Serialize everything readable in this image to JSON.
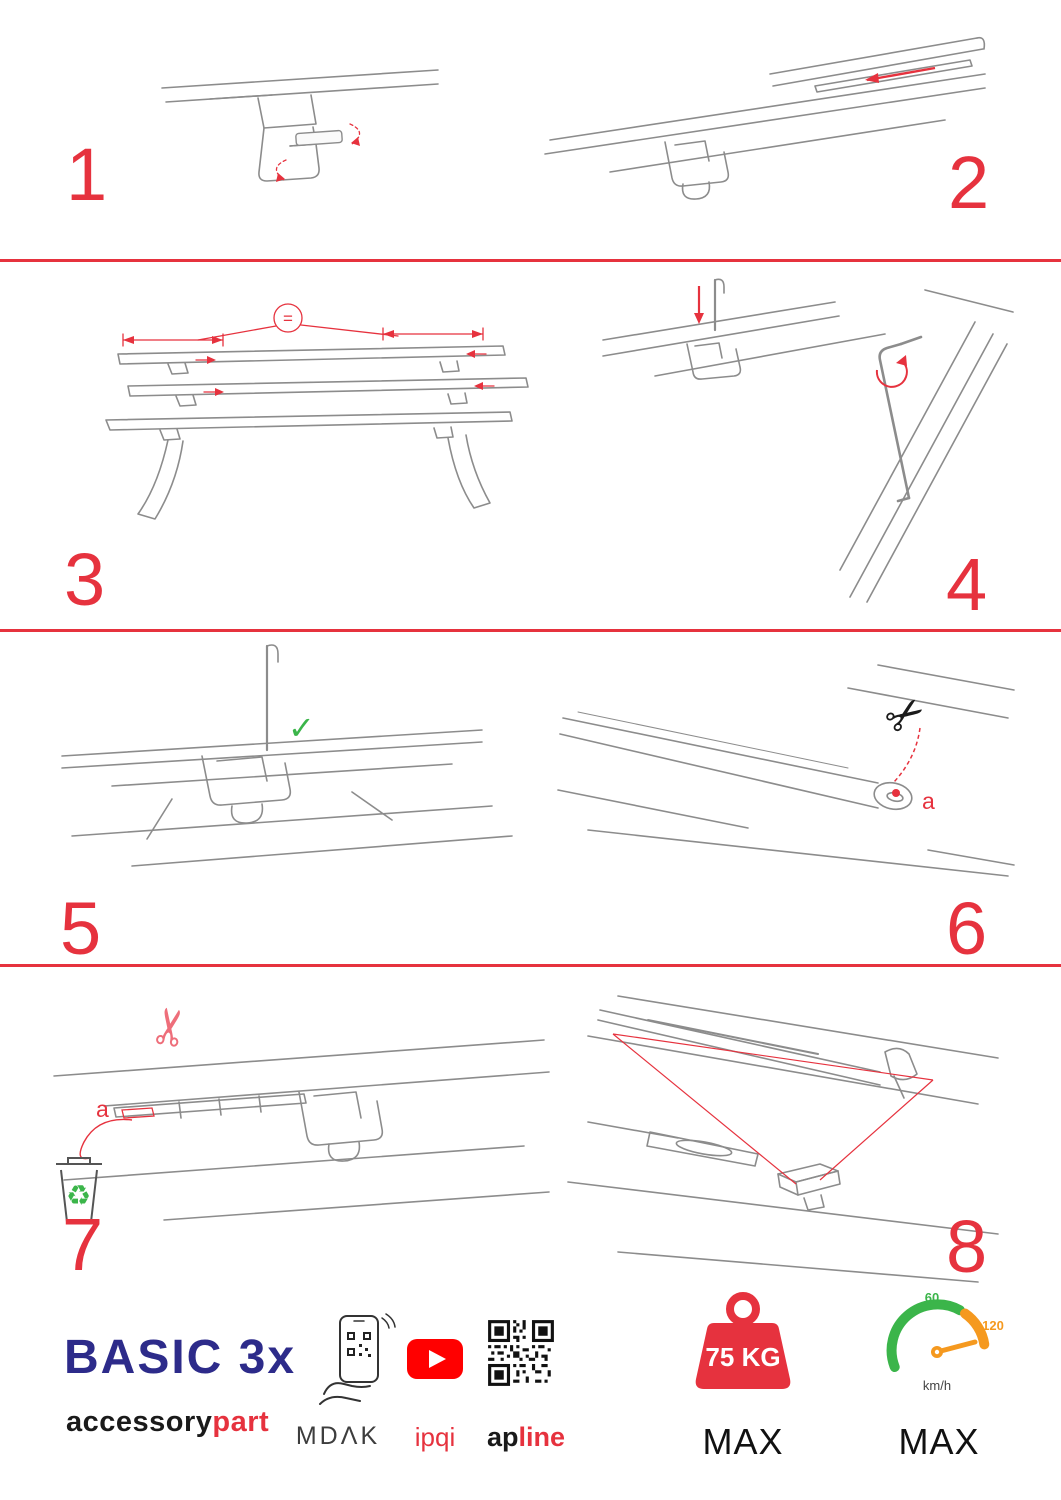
{
  "steps": [
    {
      "label": "1"
    },
    {
      "label": "2"
    },
    {
      "label": "3"
    },
    {
      "label": "4"
    },
    {
      "label": "5"
    },
    {
      "label": "6"
    },
    {
      "label": "7"
    },
    {
      "label": "8"
    }
  ],
  "annotations": {
    "equal_sign": "=",
    "cut_label_step6": "a",
    "cut_label_step7": "a"
  },
  "icons": {
    "scissors": "✂",
    "check": "✓",
    "recycle": "♻"
  },
  "footer": {
    "brand_title": "BASIC 3x",
    "brand_sub_black": "accessory",
    "brand_sub_red": "part",
    "partner1": "MDΛK",
    "partner2": "ipqi",
    "partner3_black": "ap",
    "partner3_red": "line",
    "weight_limit": "75 KG",
    "weight_max": "MAX",
    "speed_low": "60",
    "speed_high": "120",
    "speed_unit": "km/h",
    "speed_max": "MAX"
  },
  "colors": {
    "accent_red": "#e6323e",
    "brand_blue": "#2d2b8a",
    "youtube_red": "#ff0000",
    "green": "#3bb54a",
    "orange": "#f5991f"
  }
}
